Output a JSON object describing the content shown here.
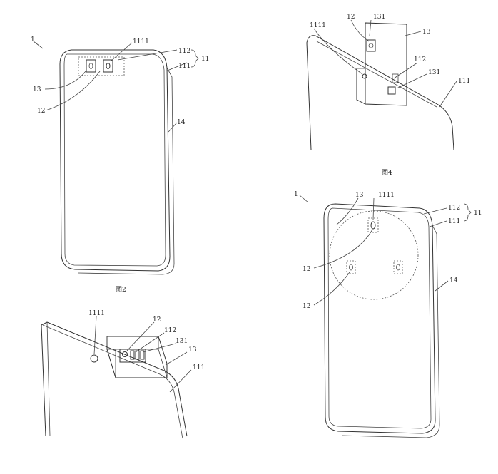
{
  "figures": {
    "fig2": {
      "caption": "图2",
      "labels": {
        "device": "1",
        "hole": "1111",
        "panel": "112",
        "group": "11",
        "screen": "111",
        "module": "13",
        "camera": "12",
        "frame": "14"
      }
    },
    "fig3": {
      "labels": {
        "hole": "1111",
        "camera": "12",
        "panel": "112",
        "slot": "131",
        "module": "13",
        "screen": "111"
      }
    },
    "fig4": {
      "caption": "图4",
      "labels": {
        "hole": "1111",
        "camera": "12",
        "slot_top": "131",
        "module": "13",
        "panel": "112",
        "slot_bottom": "131",
        "screen": "111"
      }
    },
    "fig5": {
      "labels": {
        "device": "1",
        "module": "13",
        "hole": "1111",
        "panel": "112",
        "group": "11",
        "screen": "111",
        "camera_a": "12",
        "camera_b": "12",
        "frame": "14"
      }
    }
  }
}
